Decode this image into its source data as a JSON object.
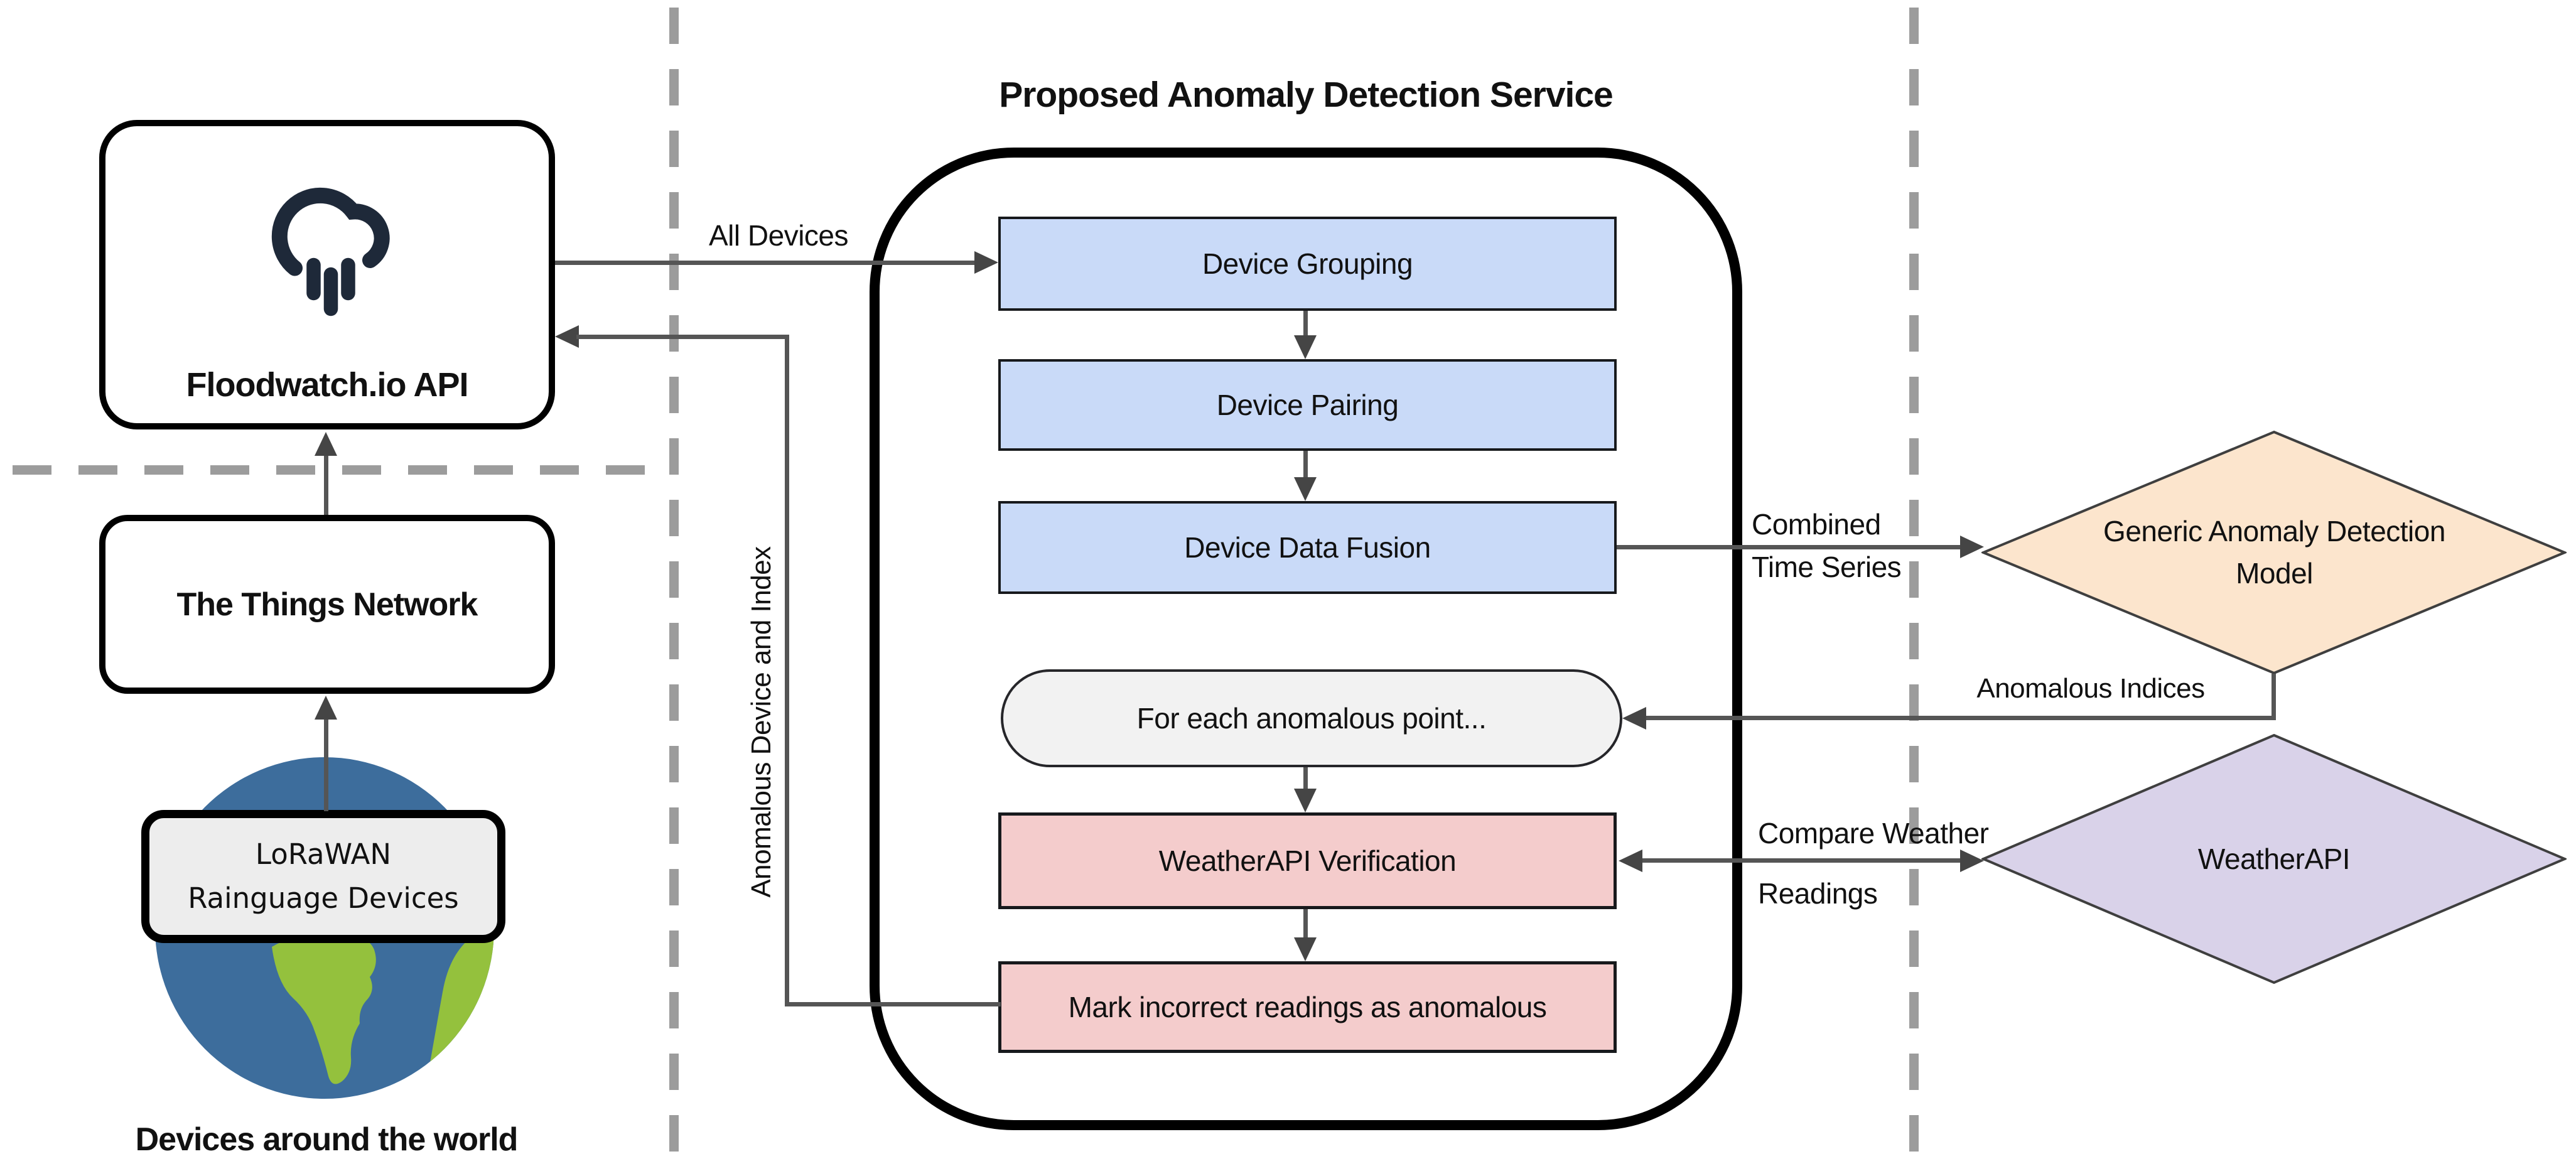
{
  "title": "Proposed Anomaly Detection Service",
  "nodes": {
    "floodwatch": "Floodwatch.io API",
    "ttn": "The Things Network",
    "lorawan": "LoRaWAN Rainguage Devices",
    "world_caption": "Devices around the world",
    "grouping": "Device Grouping",
    "pairing": "Device Pairing",
    "fusion": "Device Data Fusion",
    "foreach": "For each anomalous point...",
    "verification": "WeatherAPI Verification",
    "mark": "Mark incorrect readings as anomalous",
    "generic_model": "Generic Anomaly Detection Model",
    "weatherapi": "WeatherAPI"
  },
  "labels": {
    "all_devices": "All Devices",
    "combined_line1": "Combined",
    "combined_line2": "Time Series",
    "anomalous_indices": "Anomalous Indices",
    "compare_line1": "Compare Weather",
    "compare_line2": "Readings",
    "anomalous_device_index": "Anomalous Device and Index"
  },
  "icons": {
    "rain_cloud": "rain-cloud-icon",
    "globe": "globe-icon"
  },
  "colors": {
    "process_blue": "#c9daf8",
    "process_pink": "#f4cccc",
    "stadium_gray": "#f2f2f2",
    "diamond_peach": "#fce5cd",
    "diamond_purple": "#d9d2e9",
    "arrow_gray": "#555555",
    "dash_gray": "#9c9c9c",
    "icon_navy": "#1e2939",
    "globe_ocean": "#3d6d9c",
    "globe_land": "#94c13d"
  }
}
